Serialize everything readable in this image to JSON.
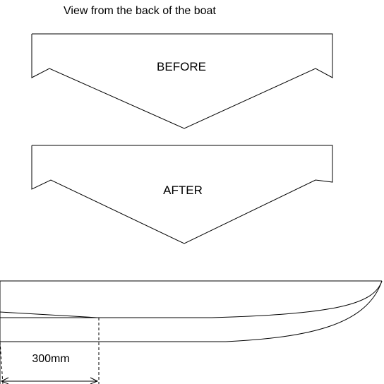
{
  "diagram": {
    "title": "View from the back of the boat",
    "before_label": "BEFORE",
    "after_label": "AFTER",
    "dimension_label": "300mm"
  }
}
